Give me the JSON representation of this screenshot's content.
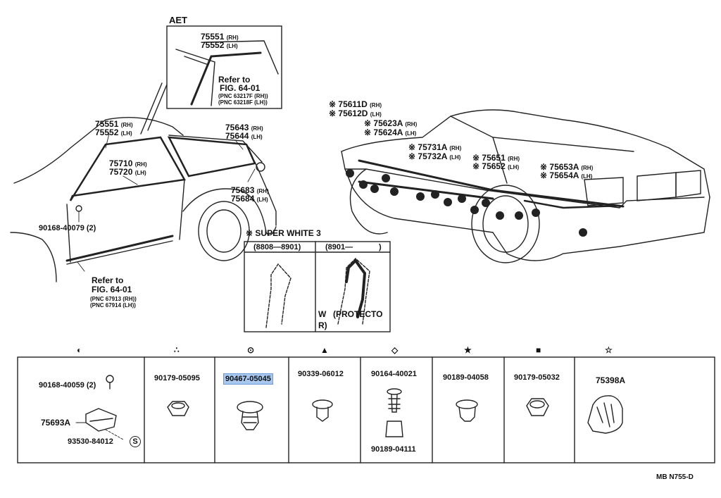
{
  "diagram": {
    "inset_title": "AET",
    "inset_parts": [
      {
        "code": "75551",
        "side": "(RH)"
      },
      {
        "code": "75552",
        "side": "(LH)"
      }
    ],
    "inset_refer": "Refer to",
    "inset_fig": "FIG. 64-01",
    "inset_pnc": [
      "(PNC 63217F (RH))",
      "(PNC 63218F (LH))"
    ],
    "left_labels": {
      "l75551": "75551",
      "l75551s": "(RH)",
      "l75552": "75552",
      "l75552s": "(LH)",
      "l75710": "75710",
      "l75710s": "(RH)",
      "l75720": "75720",
      "l75720s": "(LH)",
      "l75643": "75643",
      "l75643s": "(RH)",
      "l75644": "75644",
      "l75644s": "(LH)",
      "l75683": "75683",
      "l75683s": "(RH)",
      "l75684": "75684",
      "l75684s": "(LH)",
      "bolt": "90168-40079 (2)",
      "refer": "Refer to",
      "fig": "FIG. 64-01",
      "pnc1": "(PNC 67913 (RH))",
      "pnc2": "(PNC 67914 (LH))"
    },
    "super_white": {
      "title": "SUPER WHITE 3",
      "col1": "(8808—8901)",
      "col2": "(8901—",
      "col2_end": ")",
      "w": "W",
      "r": "R)",
      "protecto": "(PROTECTO"
    },
    "right_labels": [
      {
        "code": "75611D",
        "side": "(RH)"
      },
      {
        "code": "75612D",
        "side": "(LH)"
      },
      {
        "code": "75623A",
        "side": "(RH)"
      },
      {
        "code": "75624A",
        "side": "(LH)"
      },
      {
        "code": "75731A",
        "side": "(RH)"
      },
      {
        "code": "75732A",
        "side": "(LH)"
      },
      {
        "code": "75651",
        "side": "(RH)"
      },
      {
        "code": "75652",
        "side": "(LH)"
      },
      {
        "code": "75653A",
        "side": "(RH)"
      },
      {
        "code": "75654A",
        "side": "(LH)"
      }
    ],
    "asterisk": "※"
  },
  "parts_table": {
    "cells": [
      {
        "symbol": "◐",
        "parts": [
          "90168-40059 (2)",
          "75693A",
          "93530-84012"
        ],
        "s_mark": "S"
      },
      {
        "symbol": "∴",
        "parts": [
          "90179-05095"
        ]
      },
      {
        "symbol": "⊙",
        "parts": [
          "90467-05045"
        ],
        "highlighted": true
      },
      {
        "symbol": "▲",
        "parts": [
          "90339-06012"
        ]
      },
      {
        "symbol": "◇",
        "parts": [
          "90164-40021",
          "90189-04111"
        ]
      },
      {
        "symbol": "★",
        "parts": [
          "90189-04058"
        ]
      },
      {
        "symbol": "■",
        "parts": [
          "90179-05032"
        ]
      },
      {
        "symbol": "☆",
        "parts": [
          "75398A"
        ]
      }
    ]
  },
  "footer_code": "MB  N755-D"
}
